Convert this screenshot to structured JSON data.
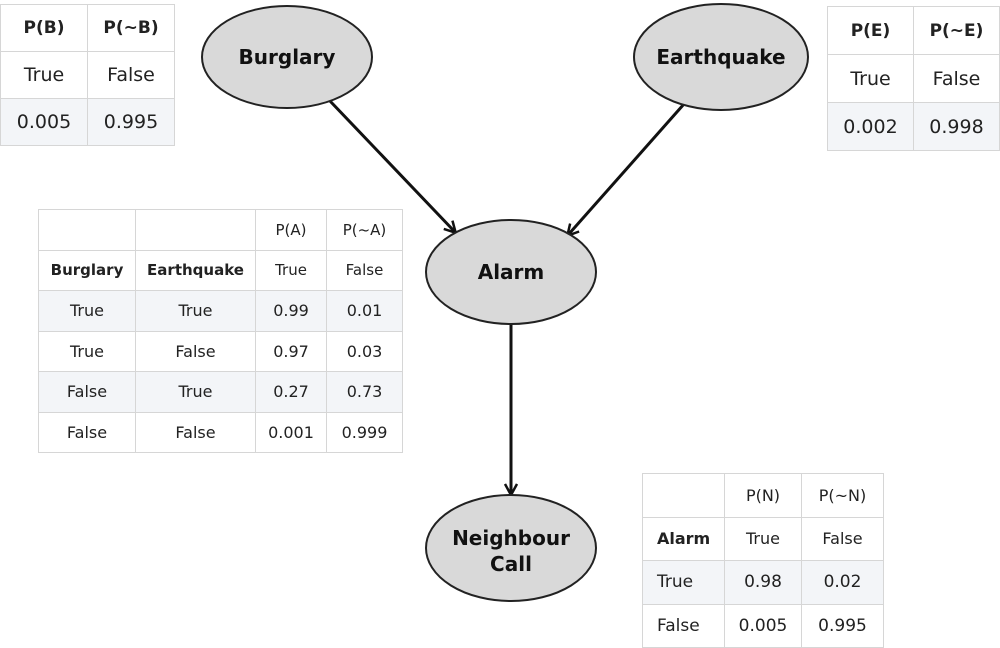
{
  "nodes": {
    "burglary": "Burglary",
    "earthquake": "Earthquake",
    "alarm": "Alarm",
    "neighbour_call": [
      "Neighbour",
      "Call"
    ]
  },
  "tables": {
    "burglary": {
      "headers": [
        "P(B)",
        "P(~B)"
      ],
      "labels": [
        "True",
        "False"
      ],
      "values": [
        "0.005",
        "0.995"
      ]
    },
    "earthquake": {
      "headers": [
        "P(E)",
        "P(~E)"
      ],
      "labels": [
        "True",
        "False"
      ],
      "values": [
        "0.002",
        "0.998"
      ]
    },
    "alarm": {
      "prob_headers": [
        "P(A)",
        "P(~A)"
      ],
      "sub_headers": [
        "Burglary",
        "Earthquake",
        "True",
        "False"
      ],
      "rows": [
        [
          "True",
          "True",
          "0.99",
          "0.01"
        ],
        [
          "True",
          "False",
          "0.97",
          "0.03"
        ],
        [
          "False",
          "True",
          "0.27",
          "0.73"
        ],
        [
          "False",
          "False",
          "0.001",
          "0.999"
        ]
      ]
    },
    "neighbour_call": {
      "headers": [
        "",
        "P(N)",
        "P(~N)"
      ],
      "sub_headers": [
        "Alarm",
        "True",
        "False"
      ],
      "rows": [
        [
          "True",
          "0.98",
          "0.02"
        ],
        [
          "False",
          "0.005",
          "0.995"
        ]
      ]
    }
  },
  "colors": {
    "node_fill": "#d9d9d9",
    "node_stroke": "#222222",
    "edge": "#111111",
    "shaded_row": "#f3f5f8"
  }
}
